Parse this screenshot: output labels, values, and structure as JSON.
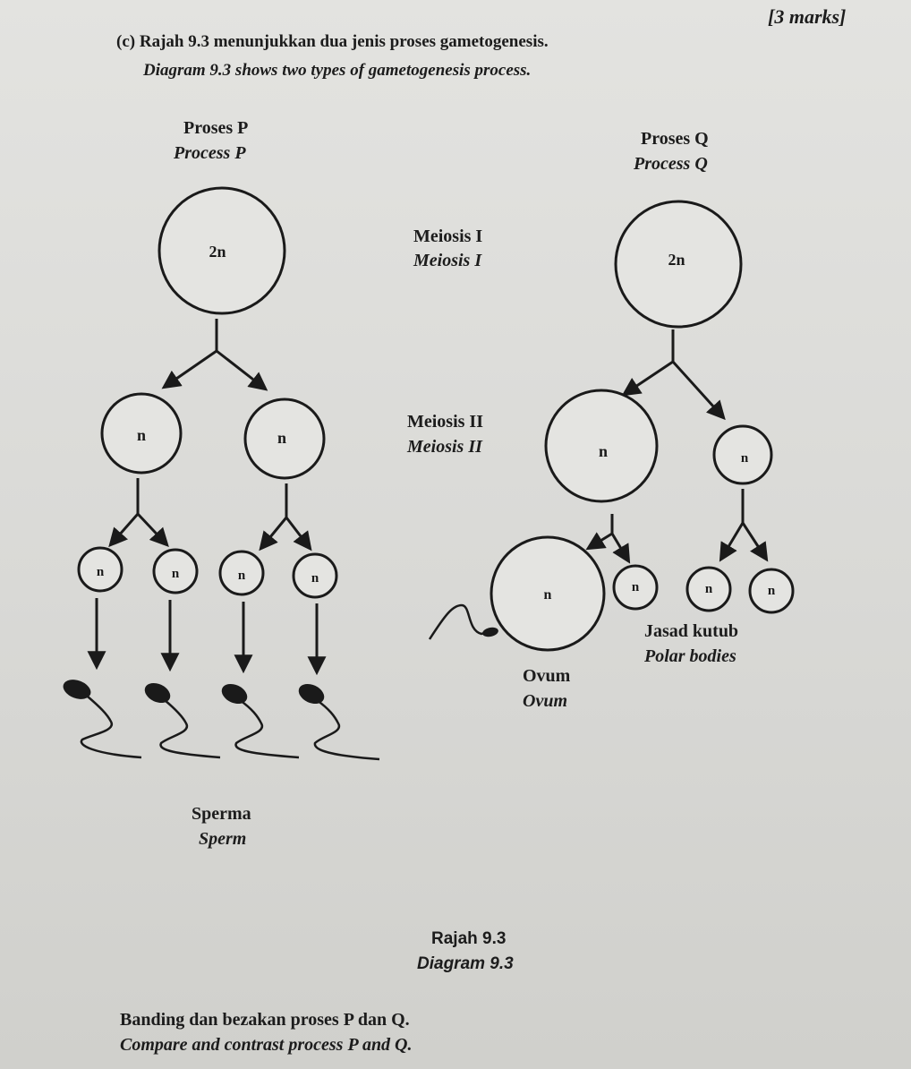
{
  "marks": "[3 marks]",
  "question": {
    "number": "(c)",
    "text_ms": "Rajah 9.3 menunjukkan dua jenis proses gametogenesis.",
    "text_en": "Diagram 9.3 shows two types of gametogenesis process."
  },
  "process_p": {
    "label_ms": "Proses P",
    "label_en": "Process P",
    "parent_cell": "2n",
    "meiosis1_cells": [
      "n",
      "n"
    ],
    "meiosis2_cells": [
      "n",
      "n",
      "n",
      "n"
    ],
    "product_ms": "Sperma",
    "product_en": "Sperm"
  },
  "stages": {
    "meiosis1_ms": "Meiosis I",
    "meiosis1_en": "Meiosis I",
    "meiosis2_ms": "Meiosis II",
    "meiosis2_en": "Meiosis II"
  },
  "process_q": {
    "label_ms": "Proses Q",
    "label_en": "Process Q",
    "parent_cell": "2n",
    "meiosis1_cells": [
      "n",
      "n"
    ],
    "ovum_cell": "n",
    "polar_cells": [
      "n",
      "n",
      "n"
    ],
    "polar_ms": "Jasad kutub",
    "polar_en": "Polar bodies",
    "ovum_ms": "Ovum",
    "ovum_en": "Ovum"
  },
  "caption": {
    "ms": "Rajah 9.3",
    "en": "Diagram 9.3"
  },
  "task": {
    "ms": "Banding dan bezakan proses P dan Q.",
    "en": "Compare and contrast process P and Q."
  }
}
